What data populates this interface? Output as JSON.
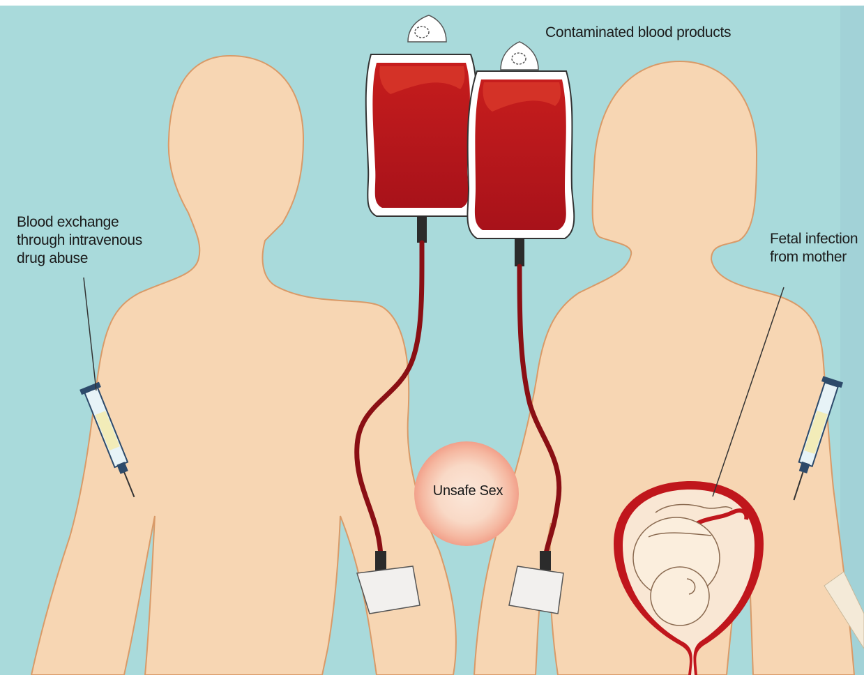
{
  "labels": {
    "blood_products": "Contaminated blood products",
    "blood_exchange": "Blood exchange through intravenous drug abuse",
    "fetal_infection": "Fetal infection from mother",
    "unsafe_sex": "Unsafe Sex"
  },
  "colors": {
    "background": "#a9dadb",
    "skin": "#f7d6b3",
    "skin_outline": "#d99a68",
    "blood": "#b8141a",
    "blood_highlight": "#d8382a",
    "uterus": "#c0161c",
    "syringe_liquid": "#f2ecb8",
    "syringe_barrel": "#e7f3f7",
    "needle": "#333333"
  },
  "icons": [
    "iv-blood-bag-icon",
    "syringe-icon",
    "fetus-icon",
    "iv-tube-icon",
    "bandage-icon"
  ]
}
